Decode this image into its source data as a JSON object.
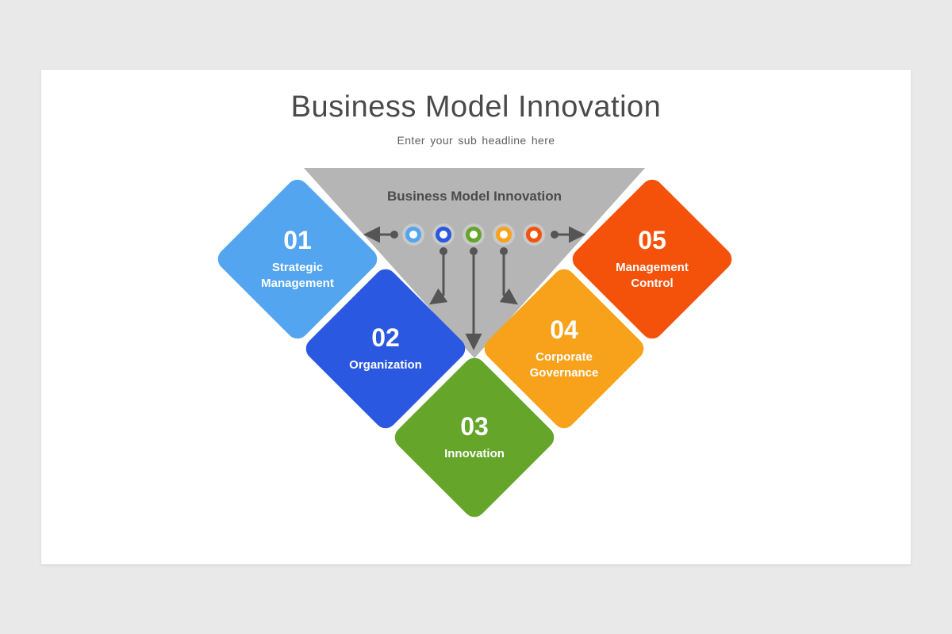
{
  "page": {
    "background": "#e9e9e9"
  },
  "slide": {
    "title": "Business Model Innovation",
    "subtitle": "Enter your sub headline here"
  },
  "diagram": {
    "center_label": "Business Model Innovation",
    "triangle_color": "#b5b5b5",
    "arrow_color": "#555555",
    "node_halo_color": "#c9c9c9",
    "items": [
      {
        "number": "01",
        "label": "Strategic Management",
        "color": "#54a5ef"
      },
      {
        "number": "02",
        "label": "Organization",
        "color": "#2b58e0"
      },
      {
        "number": "03",
        "label": "Innovation",
        "color": "#64a52a"
      },
      {
        "number": "04",
        "label": "Corporate Governance",
        "color": "#f8a21b"
      },
      {
        "number": "05",
        "label": "Management Control",
        "color": "#f4520b"
      }
    ]
  }
}
